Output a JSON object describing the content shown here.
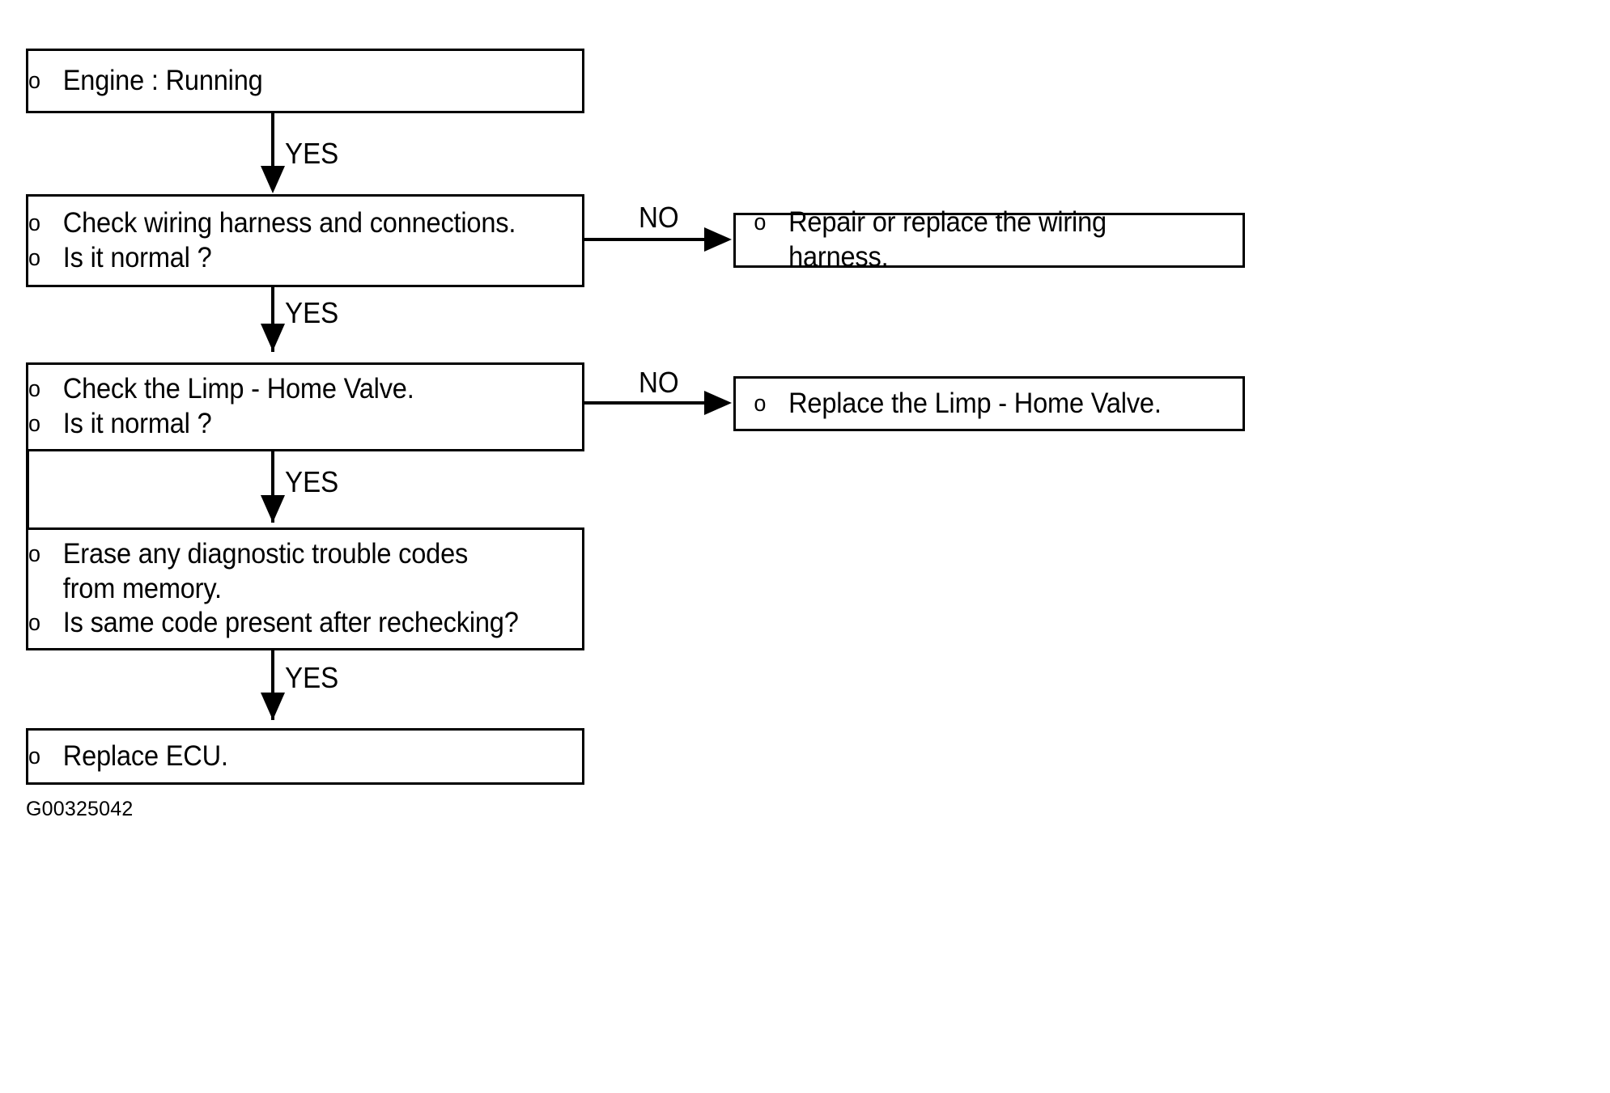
{
  "figure": {
    "caption_id": "G00325042",
    "bullet_glyph": "o",
    "colors": {
      "ink": "#000000",
      "paper": "#ffffff"
    }
  },
  "nodes": {
    "engine_running": {
      "lines": [
        "Engine : Running"
      ]
    },
    "check_wiring": {
      "lines": [
        "Check wiring harness and connections.",
        "Is it normal ?"
      ]
    },
    "repair_wiring": {
      "lines": [
        "Repair or replace the wiring harness."
      ]
    },
    "check_valve": {
      "lines": [
        "Check the Limp - Home Valve.",
        "Is it normal ?"
      ]
    },
    "replace_valve": {
      "lines": [
        "Replace the Limp - Home Valve."
      ]
    },
    "erase_codes": {
      "lines": [
        "Erase any diagnostic trouble codes from memory.",
        "Is same code present after rechecking?"
      ]
    },
    "replace_ecu": {
      "lines": [
        "Replace ECU."
      ]
    }
  },
  "edges": {
    "yes_1": "YES",
    "yes_2": "YES",
    "yes_3": "YES",
    "yes_4": "YES",
    "no_1": "NO",
    "no_2": "NO"
  }
}
